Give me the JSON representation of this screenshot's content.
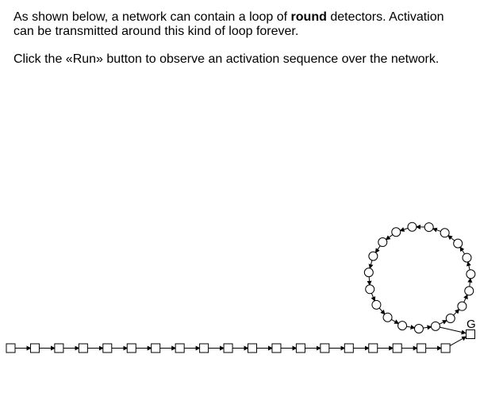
{
  "intro": {
    "line1_before": "As shown below, a network can contain a loop of ",
    "line1_bold": "round",
    "line1_after": " detectors. Activation can be transmitted around this kind of loop forever.",
    "line2": "Click the «Run» button to observe an activation sequence over the network."
  },
  "network": {
    "chain_square_count": 19,
    "loop_circle_count": 19,
    "goal_label": "G",
    "line_color": "#000000",
    "node_fill": "#ffffff"
  }
}
